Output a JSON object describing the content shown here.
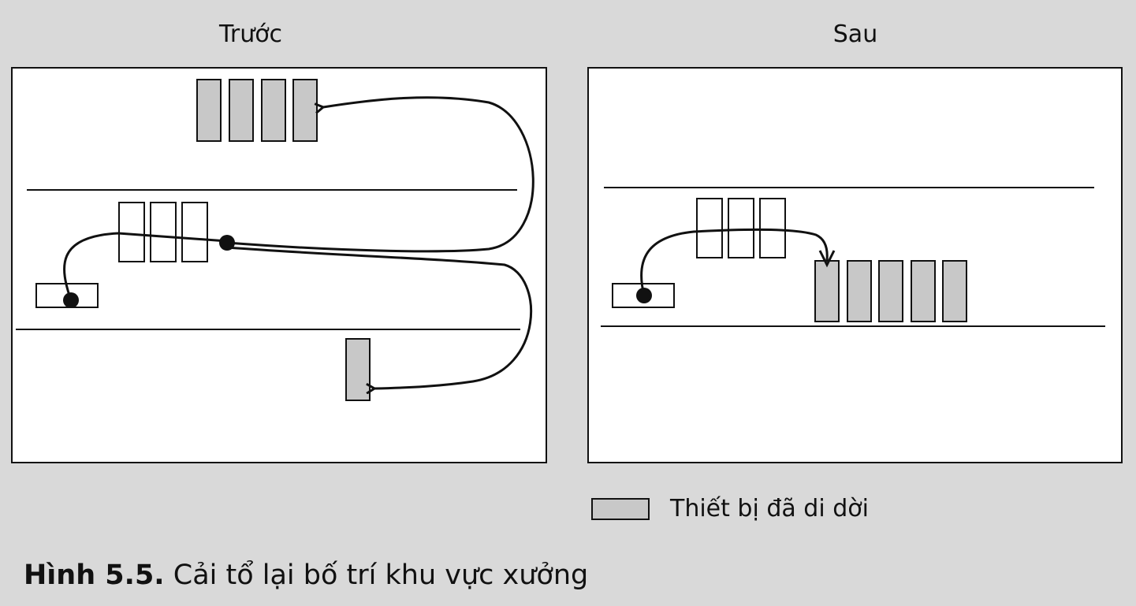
{
  "panels": {
    "before_title": "Trước",
    "after_title": "Sau"
  },
  "legend": {
    "label": "Thiết bị đã di dời",
    "swatch_color": "#c8c8c8"
  },
  "caption": {
    "number": "Hình 5.5.",
    "text": "Cải tổ lại bố trí khu vực xưởng"
  },
  "colors": {
    "background": "#d9d9d9",
    "panel": "#ffffff",
    "stroke": "#111111",
    "moved_equipment": "#c8c8c8"
  }
}
